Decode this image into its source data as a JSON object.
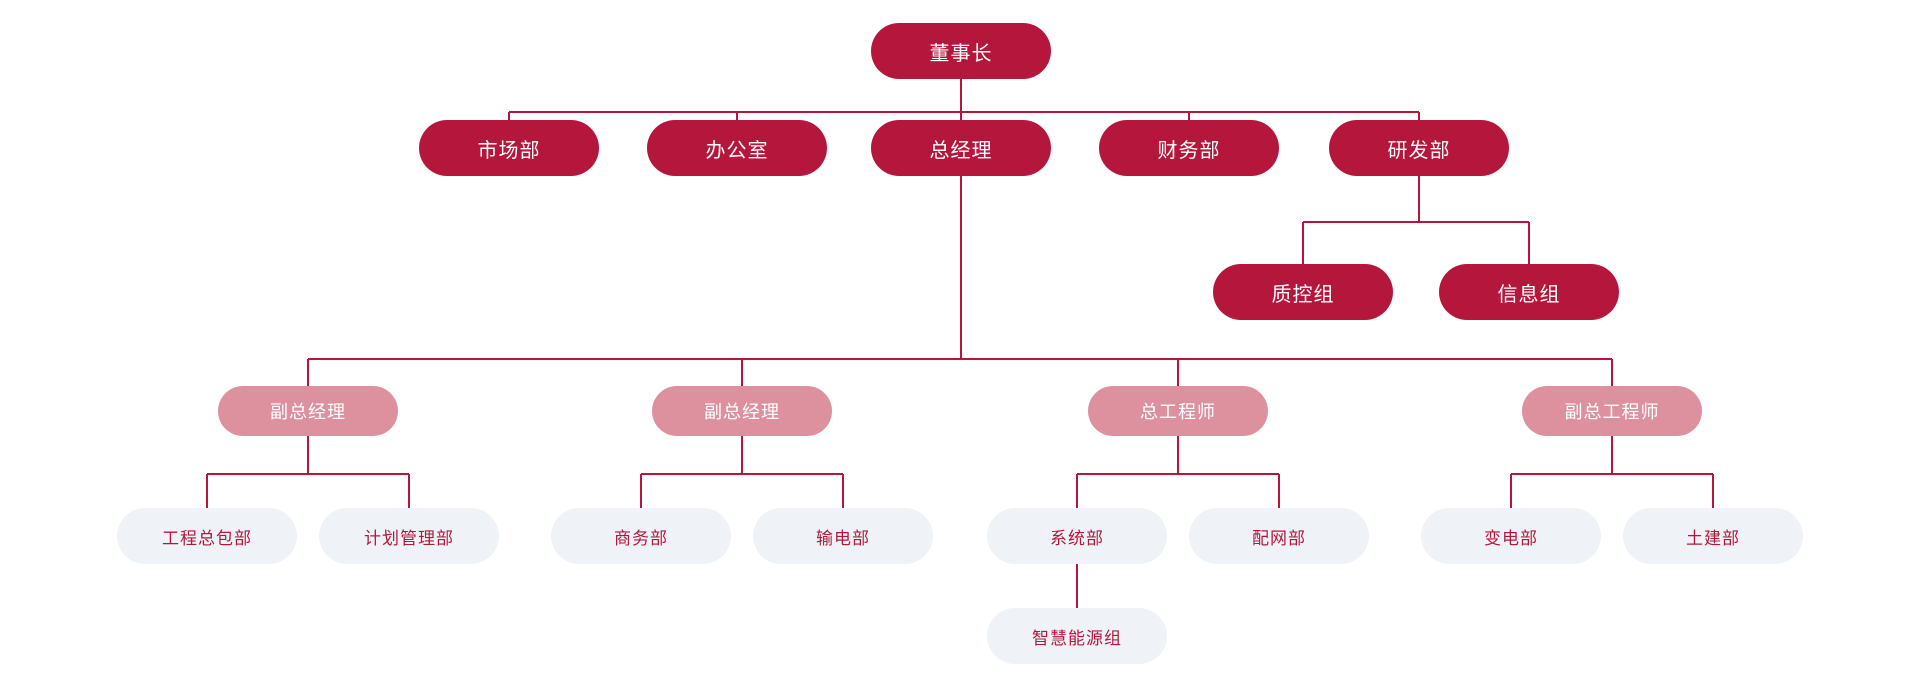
{
  "chart_type": "org-chart",
  "colors": {
    "level1": "#B5173C",
    "level2": "#DD919F",
    "level3": "#EFF3F7",
    "level3_text": "#B5173C",
    "edge": "#B5173C",
    "background": "#FFFFFF"
  },
  "nodes": {
    "chairman": {
      "label": "董事长",
      "level": 1
    },
    "marketing": {
      "label": "市场部",
      "level": 1
    },
    "office": {
      "label": "办公室",
      "level": 1
    },
    "general_manager": {
      "label": "总经理",
      "level": 1
    },
    "finance": {
      "label": "财务部",
      "level": 1
    },
    "rnd": {
      "label": "研发部",
      "level": 1
    },
    "quality_control": {
      "label": "质控组",
      "level": 1
    },
    "information": {
      "label": "信息组",
      "level": 1
    },
    "deputy_gm_1": {
      "label": "副总经理",
      "level": 2
    },
    "deputy_gm_2": {
      "label": "副总经理",
      "level": 2
    },
    "chief_engineer": {
      "label": "总工程师",
      "level": 2
    },
    "deputy_chief_engineer": {
      "label": "副总工程师",
      "level": 2
    },
    "epc": {
      "label": "工程总包部",
      "level": 3
    },
    "planning": {
      "label": "计划管理部",
      "level": 3
    },
    "commerce": {
      "label": "商务部",
      "level": 3
    },
    "transmission": {
      "label": "输电部",
      "level": 3
    },
    "system": {
      "label": "系统部",
      "level": 3
    },
    "distribution": {
      "label": "配网部",
      "level": 3
    },
    "substation": {
      "label": "变电部",
      "level": 3
    },
    "civil": {
      "label": "土建部",
      "level": 3
    },
    "smart_energy": {
      "label": "智慧能源组",
      "level": 3
    }
  },
  "hierarchy": {
    "root": "董事长",
    "relations": [
      {
        "parent": "董事长",
        "children": [
          "市场部",
          "办公室",
          "总经理",
          "财务部",
          "研发部"
        ]
      },
      {
        "parent": "研发部",
        "children": [
          "质控组",
          "信息组"
        ]
      },
      {
        "parent": "总经理",
        "children": [
          "副总经理",
          "副总经理",
          "总工程师",
          "副总工程师"
        ]
      },
      {
        "parent": "副总经理",
        "children": [
          "工程总包部",
          "计划管理部"
        ]
      },
      {
        "parent": "副总经理",
        "children": [
          "商务部",
          "输电部"
        ]
      },
      {
        "parent": "总工程师",
        "children": [
          "系统部",
          "配网部"
        ]
      },
      {
        "parent": "副总工程师",
        "children": [
          "变电部",
          "土建部"
        ]
      },
      {
        "parent": "系统部",
        "children": [
          "智慧能源组"
        ]
      }
    ]
  }
}
